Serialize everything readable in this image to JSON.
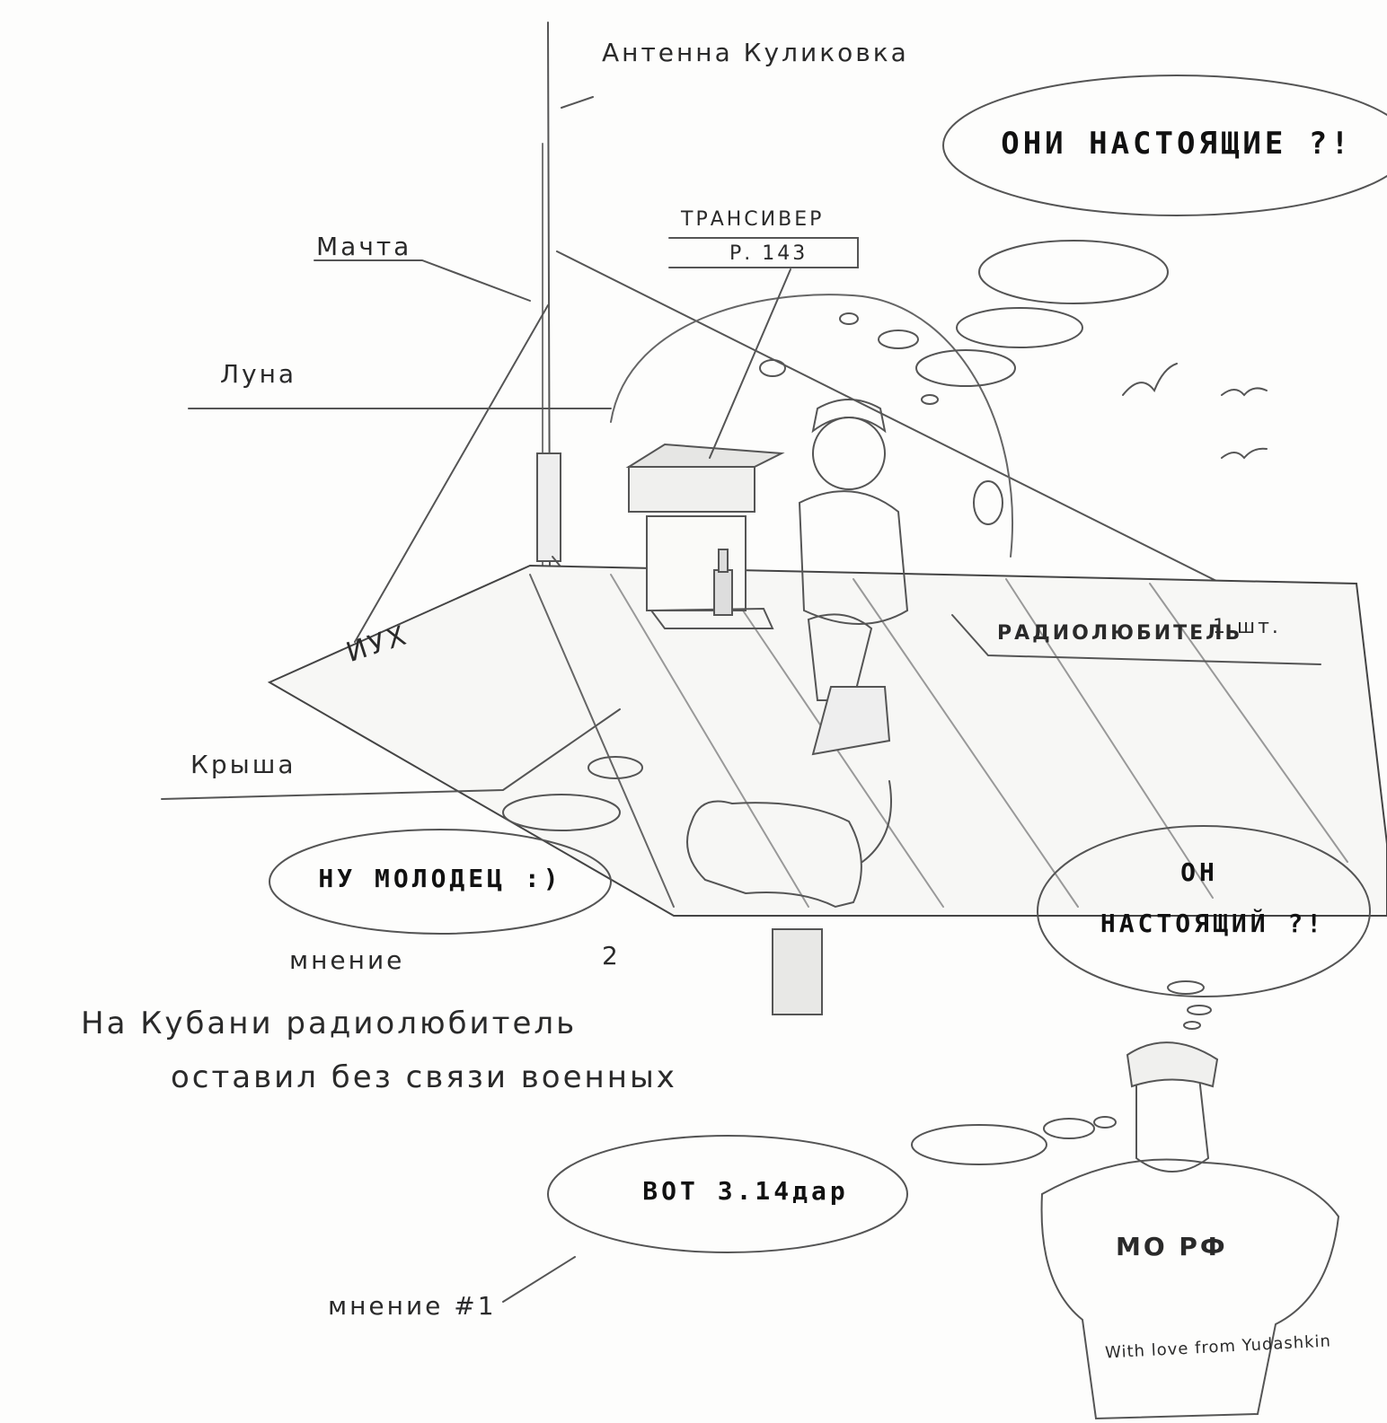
{
  "labels": {
    "antenna": "Антенна Куликовка",
    "mast": "Мачта",
    "transceiver_top": "ТРАНСИВЕР",
    "transceiver_model": "Р. 143",
    "moon": "Луна",
    "roof": "Крыша",
    "ham": "РАДИОЛЮБИТЕЛЬ",
    "ham_count": "1 шт.",
    "opinion2": "мнение",
    "opinion2_num": "2",
    "opinion1": "мнение #1",
    "caption_line1": "На Кубани радиолюбитель",
    "caption_line2": "оставил без связи военных",
    "sleeve": "МО РФ",
    "signature": "With love from Yudashkin",
    "antenna_marks": "ИУХ"
  },
  "bubbles": {
    "b1": "ОНИ НАСТОЯЩИЕ ?!",
    "b2": "НУ МОЛОДЕЦ :)",
    "b3_line1": "ОН",
    "b3_line2": "НАСТОЯЩИЙ ?!",
    "b4": "ВОТ 3.14дар"
  },
  "colors": {
    "ink": "#2a2a2a",
    "paper": "#fdfdfc"
  }
}
